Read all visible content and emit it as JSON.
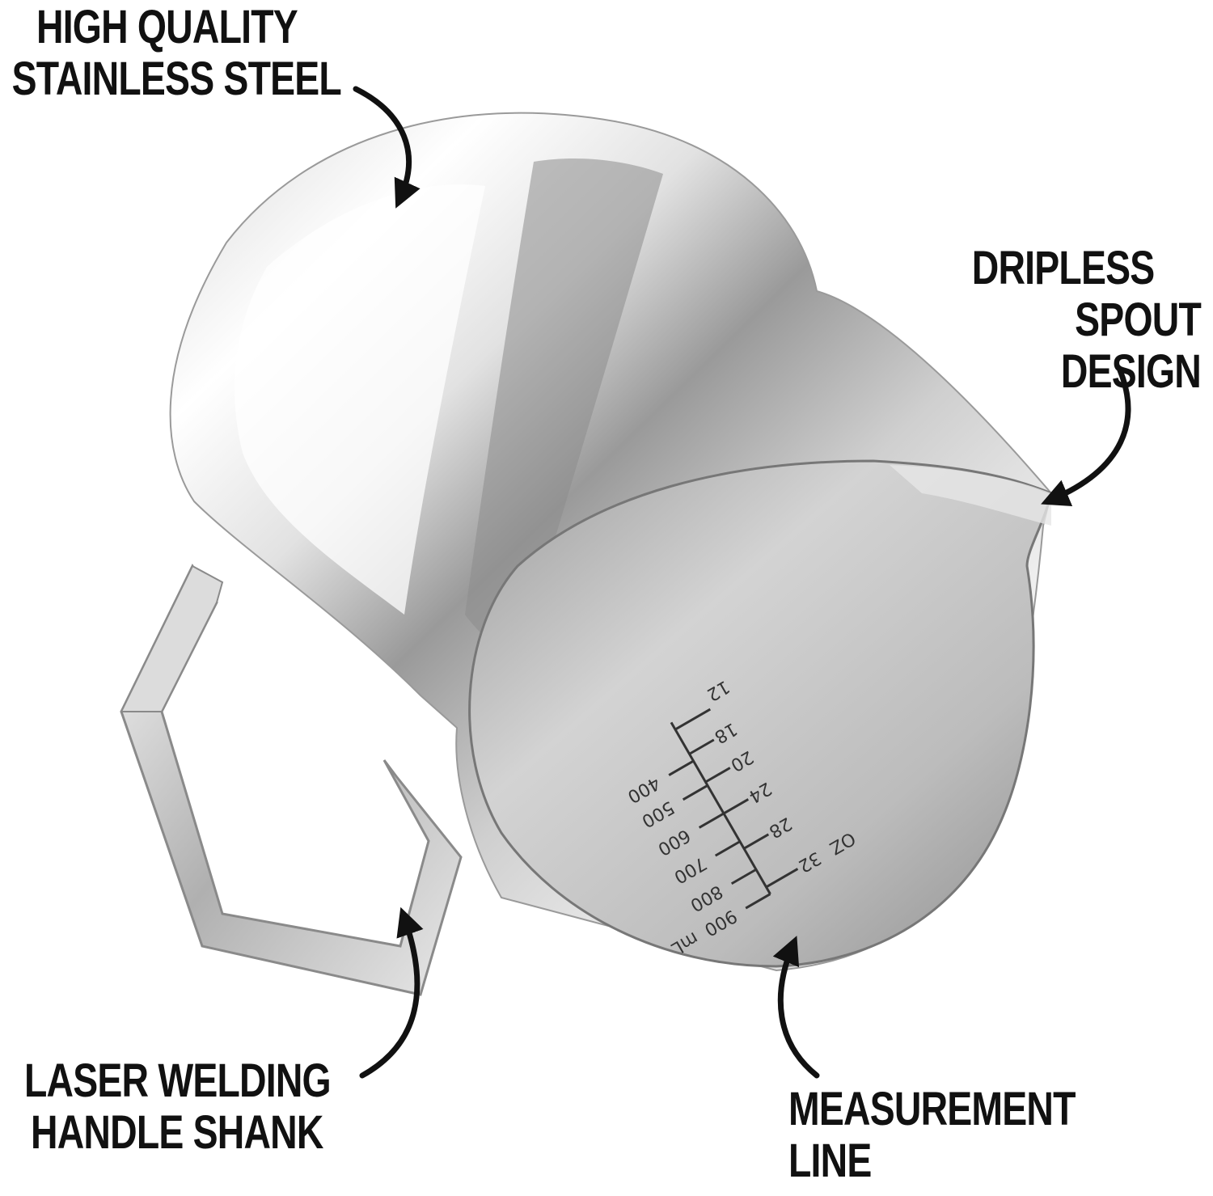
{
  "callouts": {
    "stainless": {
      "line1": "HIGH QUALITY",
      "line2": "STAINLESS STEEL"
    },
    "spout": {
      "line1": "DRIPLESS",
      "line2": "SPOUT DESIGN"
    },
    "handle": {
      "line1": "LASER WELDING",
      "line2": "HANDLE SHANK"
    },
    "measurement": {
      "line1": "MEASUREMENT LINE"
    }
  },
  "scale": {
    "oz_unit": "OZ",
    "ml_unit": "mL",
    "oz_marks": [
      "12",
      "18",
      "20",
      "24",
      "28",
      "32"
    ],
    "ml_marks": [
      "400",
      "500",
      "600",
      "700",
      "800",
      "900"
    ]
  },
  "colors": {
    "text": "#111111",
    "steel_light": "#f4f4f4",
    "steel_mid": "#b9b9b9",
    "steel_dark": "#6e6e6e",
    "inner": "#c9c9c9"
  }
}
